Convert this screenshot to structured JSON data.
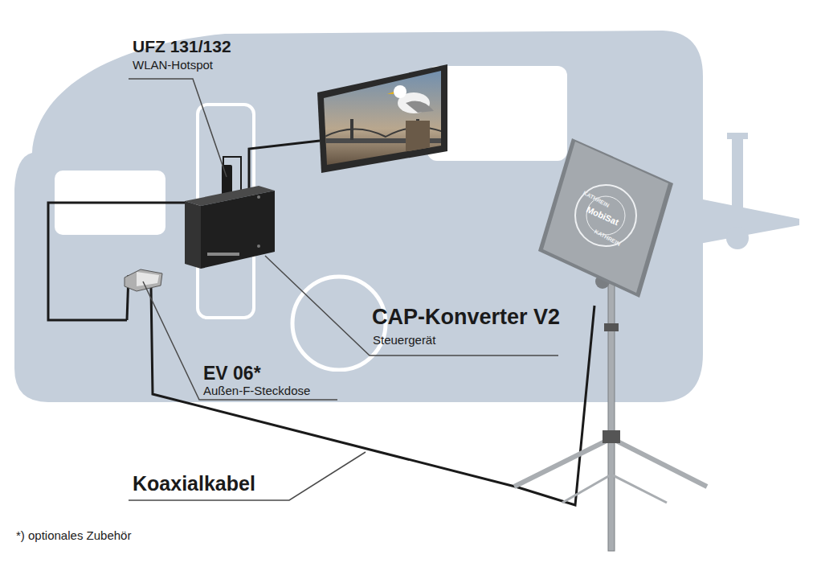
{
  "diagram": {
    "labels": [
      "UFZ 131/132",
      "WLAN-Hotspot",
      "CAP-Konverter V2",
      "Steuergerät",
      "EV 06*",
      "Außen-F-Steckdose",
      "Koaxialkabel",
      "*) optionales Zubehör",
      "KATHREIN",
      "MobiSat",
      "KATHREIN"
    ]
  }
}
